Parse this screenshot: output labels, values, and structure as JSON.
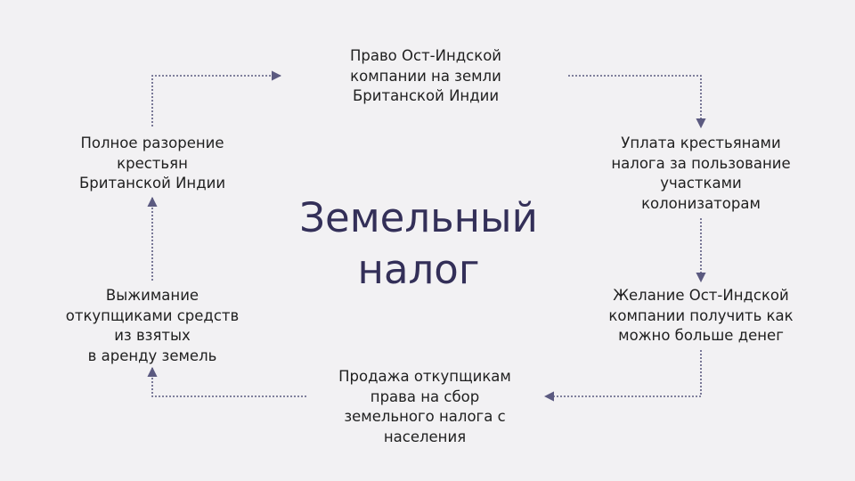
{
  "diagram": {
    "center_title": "Земельный\nналог",
    "nodes": {
      "top": "Право Ост-Индской\nкомпании на земли\nБританской Индии",
      "right_top": "Уплата крестьянами\nналога за пользование\nучастками\nколонизаторам",
      "right_bottom": "Желание Ост-Индской\nкомпании получить как\nможно больше денег",
      "bottom": "Продажа откупщикам\nправа на сбор\nземельного налога с\nнаселения",
      "left_bottom": "Выжимание\nоткупщиками средств\nиз взятых\nв аренду земель",
      "left_top": "Полное разорение\nкрестьян\nБританской Индии"
    },
    "colors": {
      "background": "#f2f1f3",
      "title": "#332f58",
      "arrow": "#5b5a80",
      "text": "#1f1f1f"
    }
  }
}
